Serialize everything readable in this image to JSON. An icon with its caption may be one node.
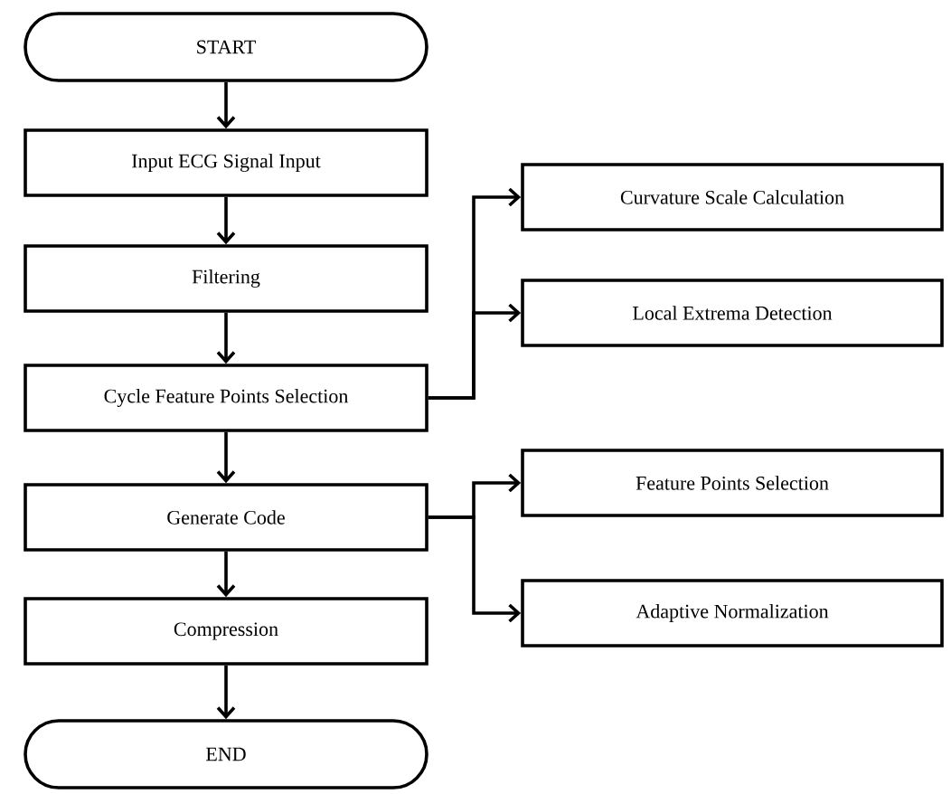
{
  "diagram": {
    "nodes": [
      {
        "text": [
          "START"
        ]
      },
      {
        "text": [
          "Input ECG Signal Input"
        ]
      },
      {
        "text": [
          "Filtering"
        ]
      },
      {
        "text": [
          "Cycle Feature Points Selection"
        ]
      },
      {
        "text": [
          "Generate Code"
        ]
      },
      {
        "text": [
          "Compression"
        ]
      },
      {
        "text": [
          "END"
        ]
      },
      {
        "text": [
          "Curvature Scale Calculation"
        ]
      },
      {
        "text": [
          "Local Extrema Detection"
        ]
      },
      {
        "text": [
          "Feature Points Selection"
        ]
      },
      {
        "text": [
          "Adaptive Normalization"
        ]
      }
    ],
    "edges": [
      {
        "from": 0,
        "to": 1,
        "arrow": "to"
      },
      {
        "from": 1,
        "to": 2,
        "arrow": "to"
      },
      {
        "from": 2,
        "to": 3,
        "arrow": "to"
      },
      {
        "from": 3,
        "to": 4,
        "arrow": "to"
      },
      {
        "from": 4,
        "to": 5,
        "arrow": "to"
      },
      {
        "from": 5,
        "to": 6,
        "arrow": "to"
      },
      {
        "from": 3,
        "to": 7,
        "arrow": "to"
      },
      {
        "from": 3,
        "to": 8,
        "arrow": "to"
      },
      {
        "from": 4,
        "to": 9,
        "arrow": "to"
      },
      {
        "from": 4,
        "to": 10,
        "arrow": "to"
      }
    ]
  }
}
